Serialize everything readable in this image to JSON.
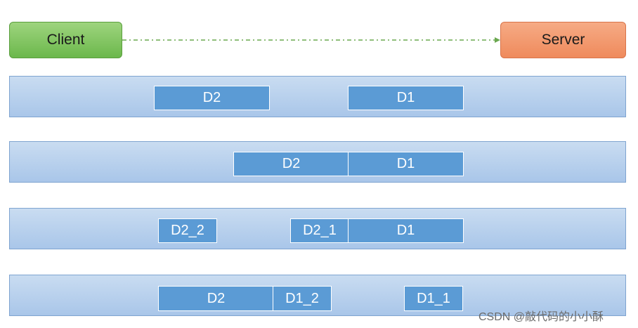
{
  "client_label": "Client",
  "server_label": "Server",
  "lanes": [
    {
      "p1": "D2",
      "p2": "D1"
    },
    {
      "p1": "D2",
      "p2": "D1"
    },
    {
      "p1": "D2_2",
      "p2": "D2_1",
      "p3": "D1"
    },
    {
      "p1": "D2",
      "p2": "D1_2",
      "p3": "D1_1"
    }
  ],
  "watermark": "CSDN @敲代码的小小酥",
  "colors": {
    "client": "#6bb84c",
    "server": "#ef8a5c",
    "lane": "#b8d1ec",
    "packet": "#5b9bd5",
    "arrow": "#6aa84f"
  }
}
